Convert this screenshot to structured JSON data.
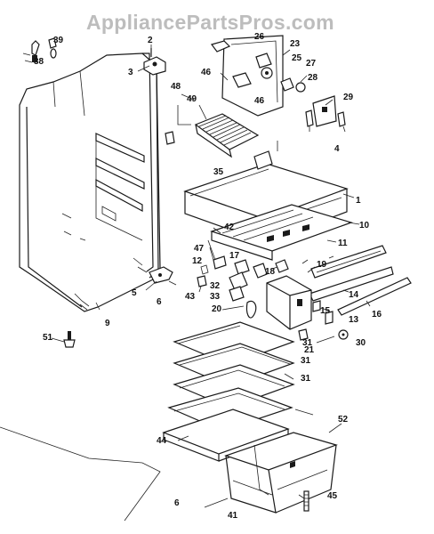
{
  "watermark": "AppliancePartsPros.com",
  "callouts": [
    "1",
    "2",
    "3",
    "4",
    "5",
    "6",
    "6",
    "9",
    "10",
    "11",
    "12",
    "13",
    "14",
    "15",
    "16",
    "17",
    "18",
    "19",
    "20",
    "21",
    "23",
    "25",
    "26",
    "27",
    "28",
    "29",
    "30",
    "31",
    "31",
    "31",
    "32",
    "33",
    "35",
    "38",
    "39",
    "41",
    "42",
    "43",
    "44",
    "45",
    "46",
    "46",
    "47",
    "48",
    "49",
    "51",
    "52"
  ]
}
